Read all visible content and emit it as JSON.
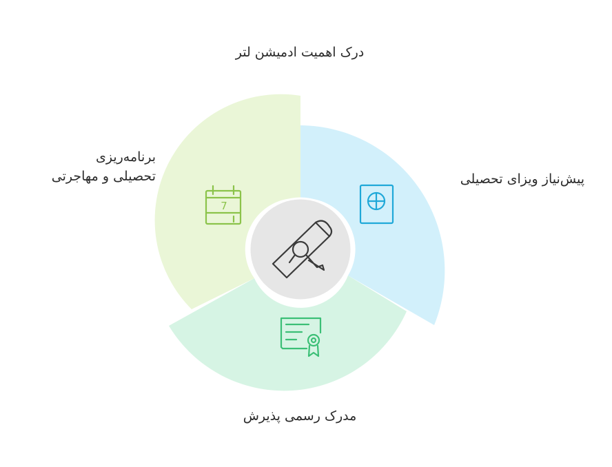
{
  "labels": {
    "top": "درک اهمیت ادمیشن لتر",
    "right": "پیش‌نیاز ویزای تحصیلی",
    "left_line1": "برنامه‌ریزی",
    "left_line2": "تحصیلی و مهاجرتی",
    "bottom": "مدرک رسمی پذیرش"
  },
  "segments": [
    {
      "name": "top-left",
      "color": "#eaf6d7",
      "icon": "calendar-icon",
      "icon_color": "#8bc34a"
    },
    {
      "name": "right",
      "color": "#d2f0fb",
      "icon": "passport-icon",
      "icon_color": "#1fa8d8"
    },
    {
      "name": "bottom",
      "color": "#d6f4e4",
      "icon": "certificate-icon",
      "icon_color": "#3bbf76"
    }
  ],
  "center": {
    "icon": "diploma-icon",
    "color": "#e6e6e6",
    "icon_color": "#3a3a3a"
  },
  "calendar_day": "7"
}
